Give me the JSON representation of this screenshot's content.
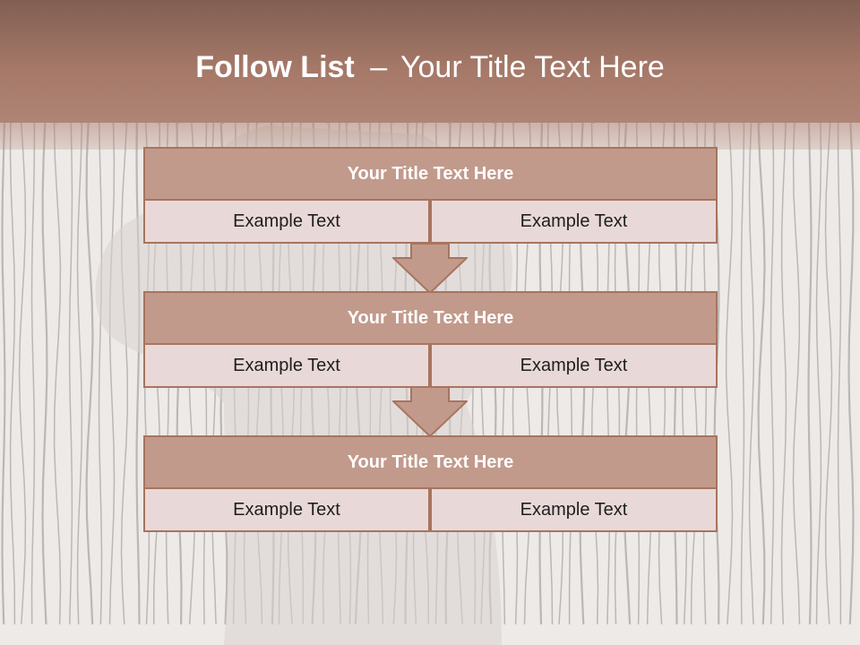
{
  "slide": {
    "title_bold": "Follow List",
    "title_separator": "–",
    "title_rest": "Your Title Text Here"
  },
  "blocks": [
    {
      "title": "Your Title Text Here",
      "left_text": "Example Text",
      "right_text": "Example Text"
    },
    {
      "title": "Your Title Text Here",
      "left_text": "Example Text",
      "right_text": "Example Text"
    },
    {
      "title": "Your Title Text Here",
      "left_text": "Example Text",
      "right_text": "Example Text"
    }
  ],
  "colors": {
    "header_top": "#805f52",
    "header_bottom": "#b08474",
    "block_title_fill": "#c29a8c",
    "block_border": "#a8745f",
    "cell_fill": "#e8d9d8",
    "arrow_fill": "#c29a8c",
    "stripe": "#a9a5a3"
  }
}
